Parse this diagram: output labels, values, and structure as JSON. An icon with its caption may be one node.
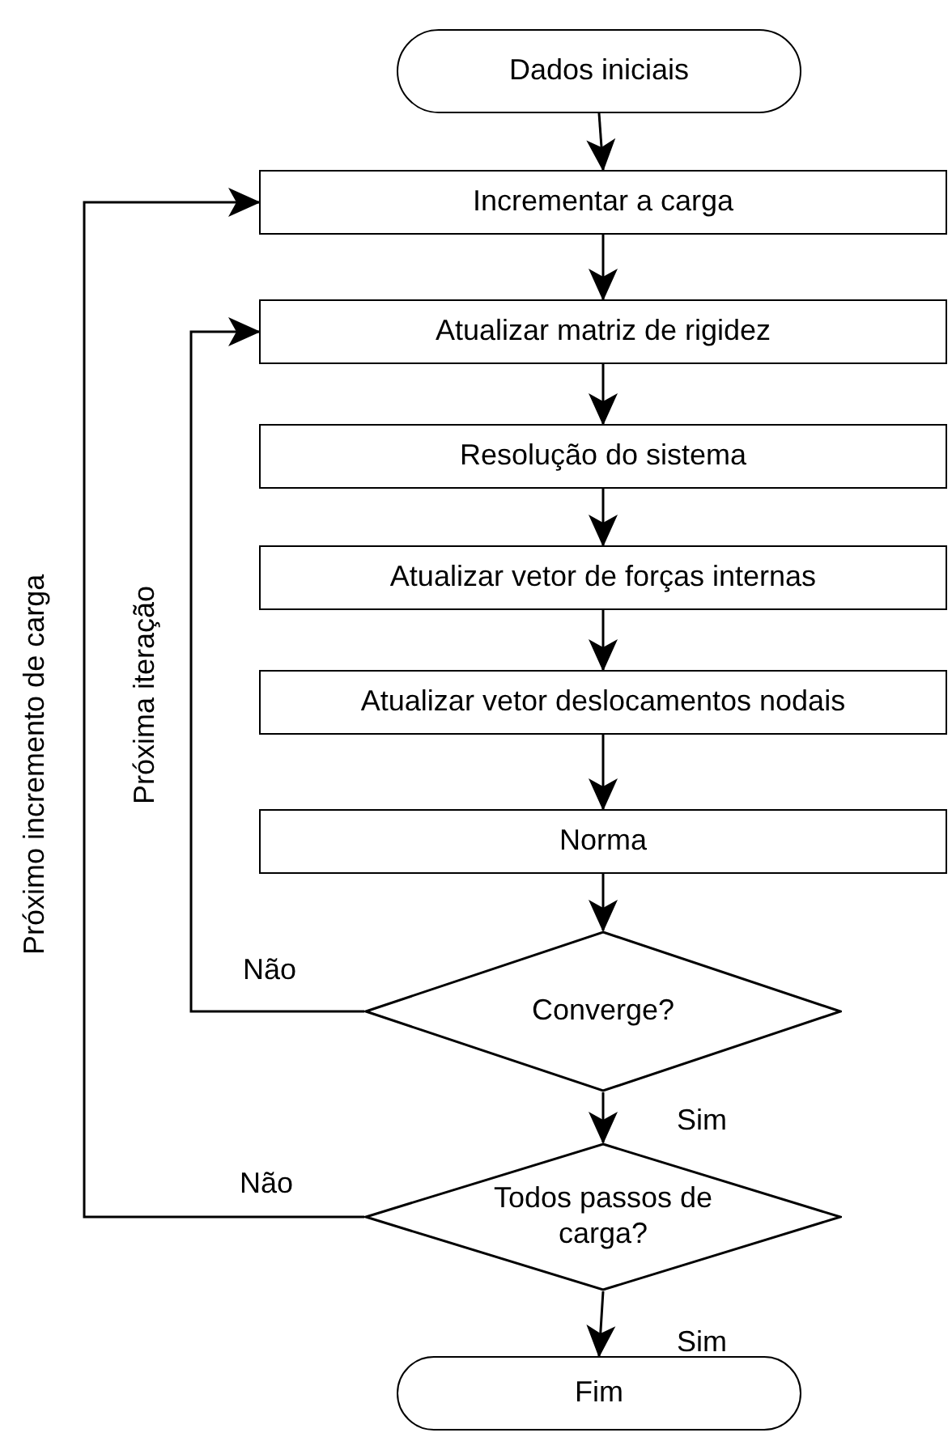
{
  "diagram": {
    "nodes": [
      {
        "text": [
          "Dados iniciais"
        ]
      },
      {
        "text": [
          "Incrementar a carga"
        ]
      },
      {
        "text": [
          "Atualizar matriz de rigidez"
        ]
      },
      {
        "text": [
          "Resolução do sistema"
        ]
      },
      {
        "text": [
          "Atualizar vetor de forças internas"
        ]
      },
      {
        "text": [
          "Atualizar vetor deslocamentos nodais"
        ]
      },
      {
        "text": [
          "Norma"
        ]
      },
      {
        "text": [
          "Converge?"
        ]
      },
      {
        "text": [
          "Todos passos de carga?"
        ]
      },
      {
        "text": [
          "Fim"
        ]
      }
    ],
    "edges": [
      {
        "from": 0,
        "to": 1,
        "arrow": "to"
      },
      {
        "from": 1,
        "to": 2,
        "arrow": "to"
      },
      {
        "from": 2,
        "to": 3,
        "arrow": "to"
      },
      {
        "from": 3,
        "to": 4,
        "arrow": "to"
      },
      {
        "from": 4,
        "to": 5,
        "arrow": "to"
      },
      {
        "from": 5,
        "to": 6,
        "arrow": "to"
      },
      {
        "from": 6,
        "to": 7,
        "arrow": "to"
      },
      {
        "from": 7,
        "to": 8,
        "arrow": "to",
        "label": "Sim"
      },
      {
        "from": 8,
        "to": 9,
        "arrow": "to",
        "label": "Sim"
      },
      {
        "from": 7,
        "to": 2,
        "arrow": "to",
        "label": "Não"
      },
      {
        "from": 8,
        "to": 1,
        "arrow": "to",
        "label": "Não"
      }
    ],
    "labels": [
      "Próximo incremento de carga",
      "Próxima iteração"
    ]
  }
}
